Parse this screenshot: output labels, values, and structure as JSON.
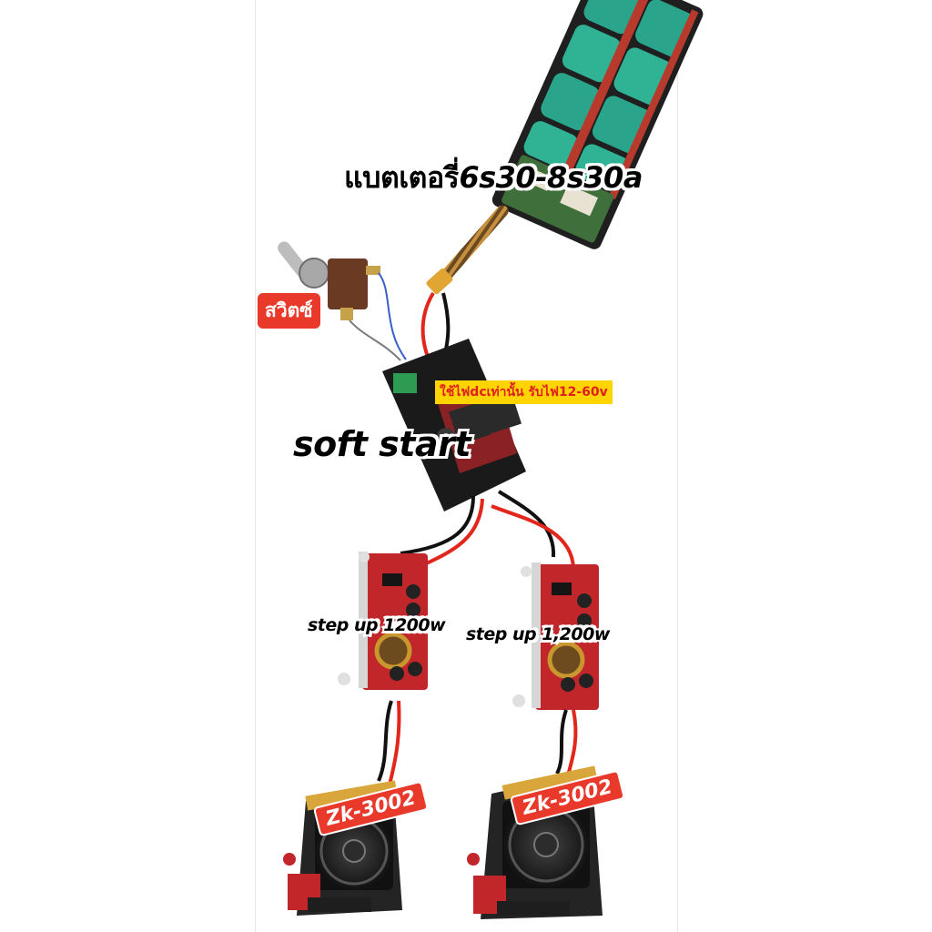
{
  "labels": {
    "battery_prefix": "แบตเตอรี่",
    "battery_spec": "6s30-8s30a",
    "switch": "สวิตซ์",
    "note": "ใช้ไฟdcเท่านั้น รับไฟ12-60v",
    "soft_start": "soft start",
    "step_up_left": "step up 1200w",
    "step_up_right": "step up 1,200w",
    "amp_left": "Zk-3002",
    "amp_right": "Zk-3002"
  },
  "colors": {
    "wire_red": "#e3261c",
    "wire_black": "#111111",
    "pcb_black": "#1a1a1a",
    "pcb_red": "#c0262a",
    "battery_cell": "#2aa58b",
    "badge_red": "#e8392b"
  },
  "icons": [
    "battery-pack",
    "toggle-switch",
    "soft-start-board",
    "step-up-board",
    "amplifier-board",
    "cooling-fan"
  ]
}
